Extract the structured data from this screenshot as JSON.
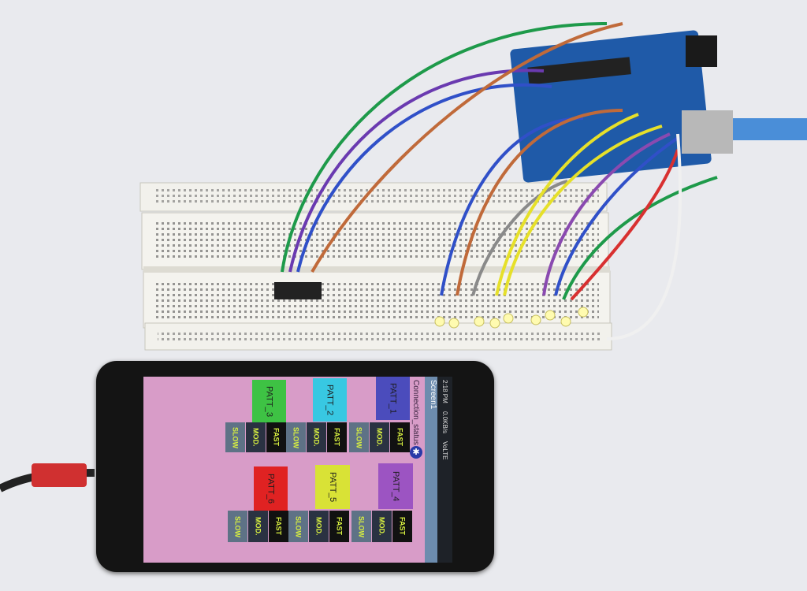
{
  "phone": {
    "status_bar": {
      "time": "2:18 PM",
      "speed": "0.0KB/s",
      "network": "VoLTE"
    },
    "title": "Screen1",
    "connection_label": "Connection_status",
    "bluetooth_icon": "bluetooth-icon",
    "patterns": [
      {
        "label": "PATT_",
        "num": "1",
        "color": "#4b4cbc"
      },
      {
        "label": "PATT_",
        "num": "2",
        "color": "#38c8e2"
      },
      {
        "label": "PATT_",
        "num": "3",
        "color": "#3ec244"
      },
      {
        "label": "PATT_",
        "num": "4",
        "color": "#9c54c2"
      },
      {
        "label": "PATT_",
        "num": "5",
        "color": "#d9e236"
      },
      {
        "label": "PATT_",
        "num": "6",
        "color": "#e02222"
      }
    ],
    "buttons": {
      "fast": "FAST",
      "mod": "MOD.",
      "slow": "SLOW"
    }
  }
}
